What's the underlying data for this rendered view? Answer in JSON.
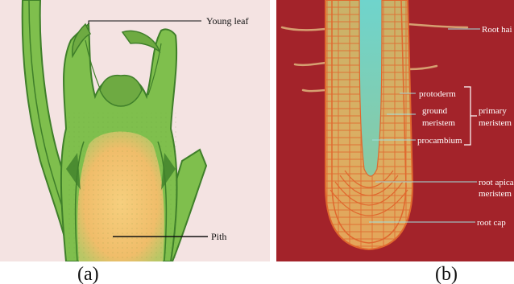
{
  "panel_a": {
    "caption": "(a)",
    "labels": {
      "young_leaf": "Young leaf",
      "pith": "Pith"
    }
  },
  "panel_b": {
    "caption": "(b)",
    "labels": {
      "root_hair": "Root hai",
      "protoderm": "protoderm",
      "ground_meristem_1": "ground",
      "ground_meristem_2": "meristem",
      "procambium": "procambium",
      "primary_1": "primary",
      "primary_2": "meristem",
      "root_apical_1": "root apica",
      "root_apical_2": "meristem",
      "root_cap": "root cap"
    }
  },
  "colors": {
    "panel_a_bg": "#f4e3e2",
    "panel_b_bg": "#a3232a",
    "leaf_green": "#7fbf4d",
    "dark_green": "#3f7f2a",
    "pith_yellow": "#f2c270",
    "root_orange": "#dcaa60",
    "root_teal": "#5fc7c0",
    "cell_wall": "#e0682e"
  }
}
